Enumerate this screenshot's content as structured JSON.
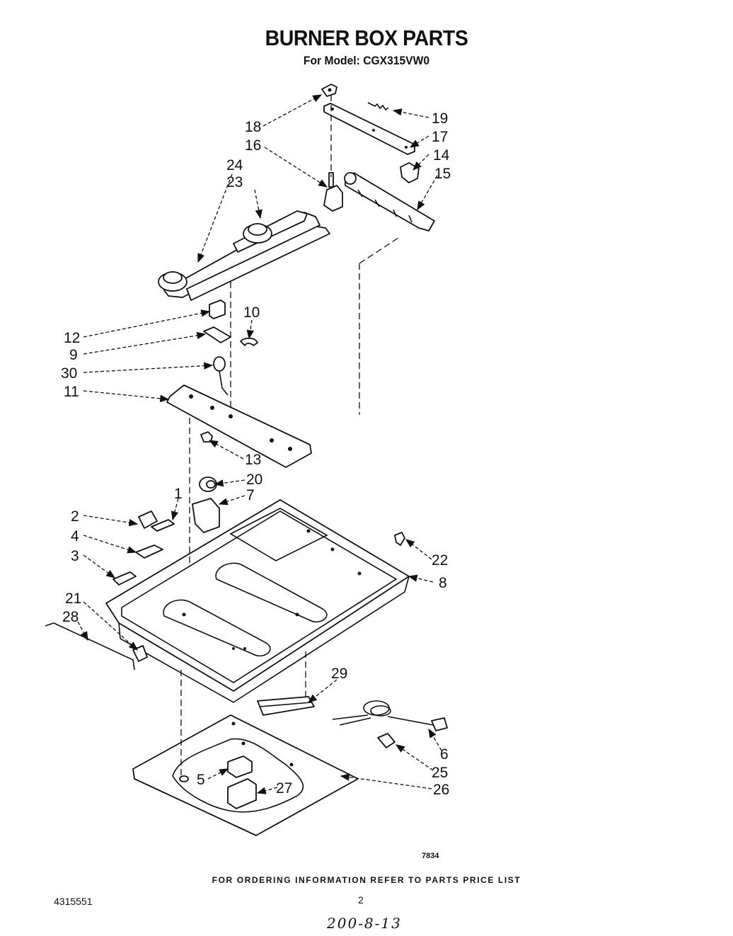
{
  "header": {
    "title": "BURNER BOX PARTS",
    "subtitle": "For Model: CGX315VW0"
  },
  "callouts": [
    {
      "id": "c18",
      "label": "18"
    },
    {
      "id": "c19",
      "label": "19"
    },
    {
      "id": "c17",
      "label": "17"
    },
    {
      "id": "c16",
      "label": "16"
    },
    {
      "id": "c14",
      "label": "14"
    },
    {
      "id": "c24",
      "label": "24"
    },
    {
      "id": "c15",
      "label": "15"
    },
    {
      "id": "c23",
      "label": "23"
    },
    {
      "id": "c10",
      "label": "10"
    },
    {
      "id": "c12",
      "label": "12"
    },
    {
      "id": "c9",
      "label": "9"
    },
    {
      "id": "c30",
      "label": "30"
    },
    {
      "id": "c11",
      "label": "11"
    },
    {
      "id": "c13",
      "label": "13"
    },
    {
      "id": "c20",
      "label": "20"
    },
    {
      "id": "c1",
      "label": "1"
    },
    {
      "id": "c7",
      "label": "7"
    },
    {
      "id": "c2",
      "label": "2"
    },
    {
      "id": "c4",
      "label": "4"
    },
    {
      "id": "c22",
      "label": "22"
    },
    {
      "id": "c3",
      "label": "3"
    },
    {
      "id": "c8",
      "label": "8"
    },
    {
      "id": "c21",
      "label": "21"
    },
    {
      "id": "c28",
      "label": "28"
    },
    {
      "id": "c29",
      "label": "29"
    },
    {
      "id": "c6",
      "label": "6"
    },
    {
      "id": "c25",
      "label": "25"
    },
    {
      "id": "c5",
      "label": "5"
    },
    {
      "id": "c27",
      "label": "27"
    },
    {
      "id": "c26",
      "label": "26"
    }
  ],
  "figure_code": "7834",
  "footer": {
    "ordering_note": "FOR ORDERING INFORMATION REFER TO PARTS PRICE LIST",
    "document_number": "4315551",
    "page_number": "2",
    "handwritten_note": "200-8-13"
  }
}
